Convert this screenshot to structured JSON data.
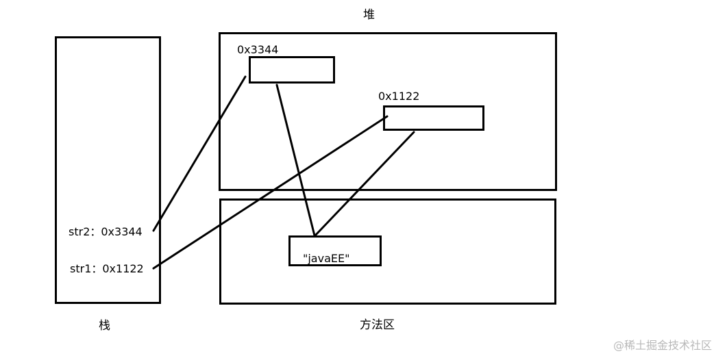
{
  "regions": {
    "stack_label": "栈",
    "heap_label": "堆",
    "method_area_label": "方法区"
  },
  "stack": {
    "str2": "str2：0x3344",
    "str1": "str1：0x1122"
  },
  "heap": {
    "object_a_address": "0x3344",
    "object_b_address": "0x1122"
  },
  "method_area": {
    "string_literal": "\"javaEE\""
  },
  "watermark": "@稀土掘金技术社区"
}
